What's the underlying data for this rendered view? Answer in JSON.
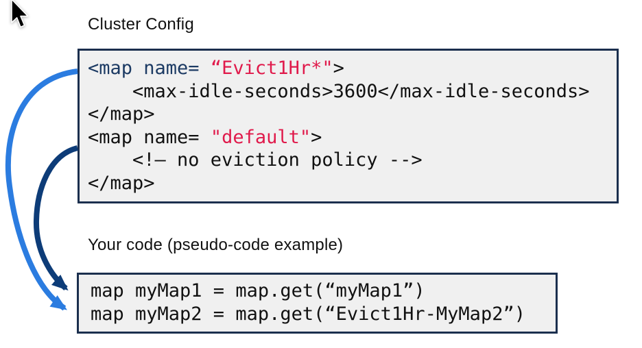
{
  "labels": {
    "config_title": "Cluster Config",
    "code_title": "Your code (pseudo-code example)"
  },
  "cluster_config": {
    "lines": [
      {
        "segments": [
          {
            "text": "<map name= ",
            "color": "navy"
          },
          {
            "text": "“Evict1Hr*\"",
            "color": "red"
          },
          {
            "text": ">",
            "color": "black"
          }
        ]
      },
      {
        "segments": [
          {
            "text": "    <max-idle-seconds>3600</max-idle-seconds>",
            "color": "black"
          }
        ]
      },
      {
        "segments": [
          {
            "text": "</map>",
            "color": "black"
          }
        ]
      },
      {
        "segments": [
          {
            "text": "<map name= ",
            "color": "black"
          },
          {
            "text": "\"default\"",
            "color": "red"
          },
          {
            "text": ">",
            "color": "black"
          }
        ]
      },
      {
        "segments": [
          {
            "text": "    <!– no eviction policy -->",
            "color": "black"
          }
        ]
      },
      {
        "segments": [
          {
            "text": "</map>",
            "color": "black"
          }
        ]
      }
    ]
  },
  "your_code": {
    "lines": [
      "map myMap1 = map.get(“myMap1”)",
      "map myMap2 = map.get(“Evict1Hr-MyMap2”)"
    ]
  },
  "arrows": [
    {
      "name": "evict-config-to-mymap2",
      "color": "#2b7ce0",
      "from": "map Evict1Hr*",
      "to": "map myMap2 line"
    },
    {
      "name": "default-config-to-mymap1",
      "color": "#0d3c78",
      "from": "map default",
      "to": "map myMap1 line"
    }
  ],
  "colors": {
    "black": "#111111",
    "navy": "#1c3a63",
    "red": "#e01a4b",
    "box_border": "#1b2f4e",
    "box_bg": "#f0f0f0"
  }
}
